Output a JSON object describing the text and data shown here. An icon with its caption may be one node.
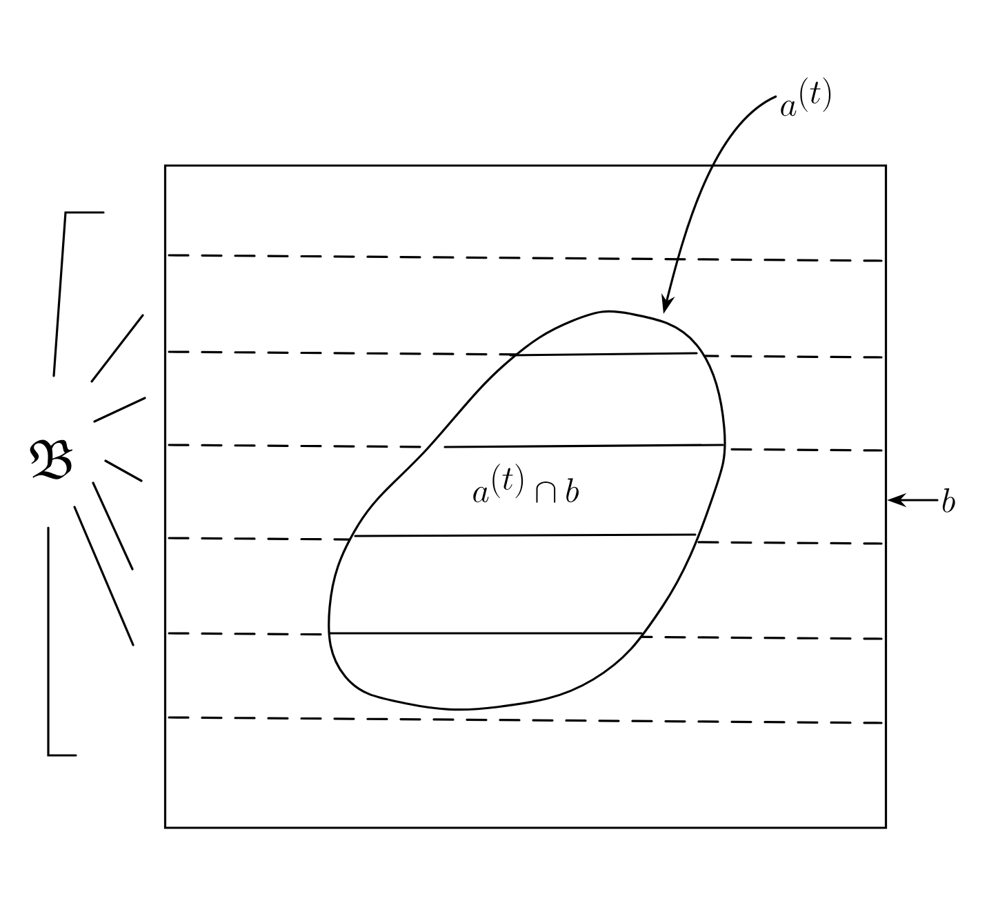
{
  "diagram": {
    "nodes": [
      {
        "text": [
          "a^{(t)}"
        ]
      },
      {
        "text": [],
        "shape": "box"
      },
      {
        "text": [
          "a^{(t)} \\cap b"
        ],
        "in": 1
      },
      {
        "text": [
          "b"
        ]
      }
    ],
    "edges": [
      {
        "from": 0,
        "to": 2,
        "arrow": "to"
      },
      {
        "from": 3,
        "to": 1,
        "arrow": "to"
      }
    ],
    "labels": [
      "\\mathfrak{B}"
    ]
  }
}
